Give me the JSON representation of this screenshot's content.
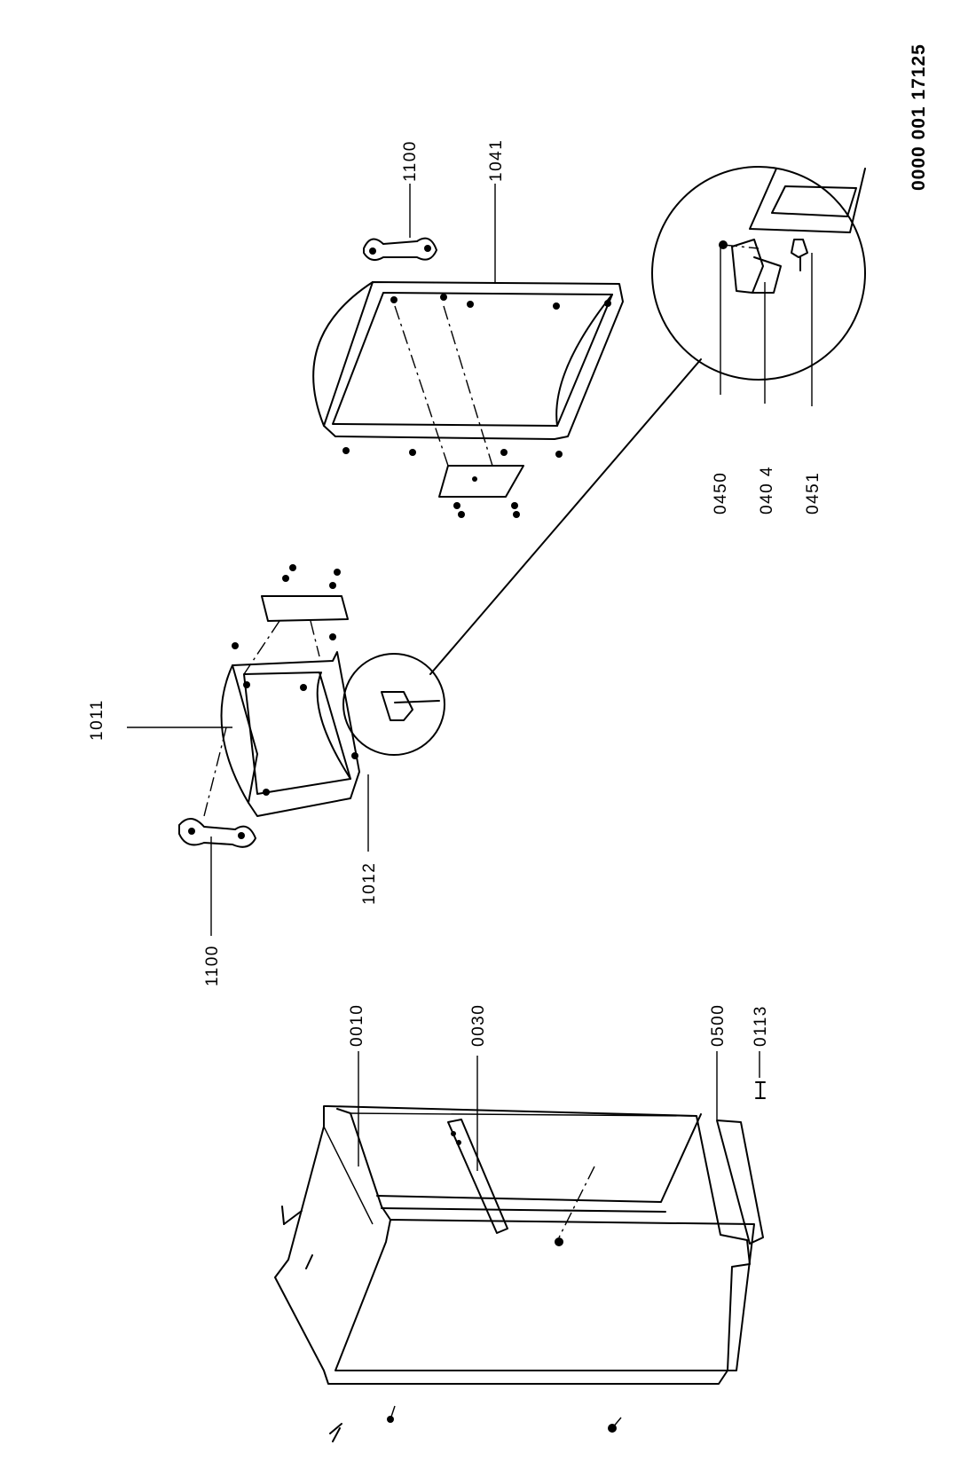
{
  "document_number": "0000 001 17125",
  "part_labels": {
    "p0010": "0010",
    "p0030": "0030",
    "p0500": "0500",
    "p0113": "0113",
    "p1100_left": "1100",
    "p1011": "1011",
    "p1012": "1012",
    "p1100_right": "1100",
    "p1041": "1041",
    "p0450": "0450",
    "p0404": "040 4",
    "p0451": "0451"
  }
}
